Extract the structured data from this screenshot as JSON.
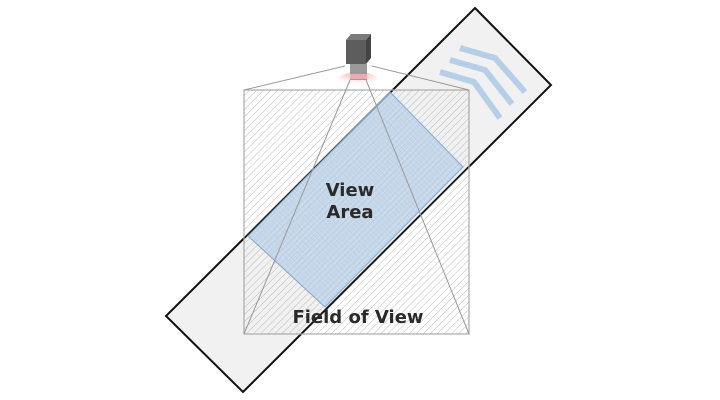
{
  "labels": {
    "view_area_line1": "View",
    "view_area_line2": "Area",
    "field_of_view": "Field of View"
  },
  "colors": {
    "view_area_fill": "#bcd3ea",
    "view_area_stroke": "#7fa8d0",
    "chevron": "#b5cfe8",
    "strip_fill": "#f1f1f1",
    "hatch": "#b4b4b4",
    "camera_light": "#f2a0a0"
  }
}
